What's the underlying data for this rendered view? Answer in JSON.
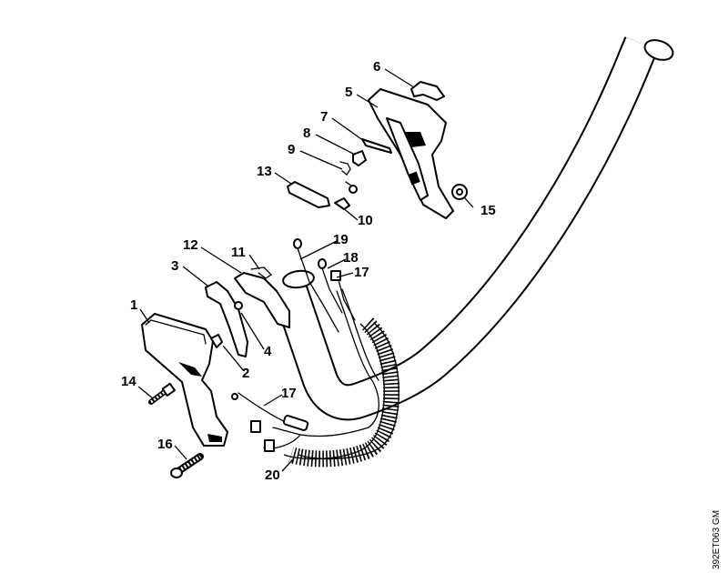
{
  "diagram_code": "392ET063 GM",
  "parts": [
    {
      "id": "1",
      "label": "1"
    },
    {
      "id": "2",
      "label": "2"
    },
    {
      "id": "3",
      "label": "3"
    },
    {
      "id": "4",
      "label": "4"
    },
    {
      "id": "5",
      "label": "5"
    },
    {
      "id": "6",
      "label": "6"
    },
    {
      "id": "7",
      "label": "7"
    },
    {
      "id": "8",
      "label": "8"
    },
    {
      "id": "9",
      "label": "9"
    },
    {
      "id": "10",
      "label": "10"
    },
    {
      "id": "11",
      "label": "11"
    },
    {
      "id": "12",
      "label": "12"
    },
    {
      "id": "13",
      "label": "13"
    },
    {
      "id": "14",
      "label": "14"
    },
    {
      "id": "15",
      "label": "15"
    },
    {
      "id": "16",
      "label": "16"
    },
    {
      "id": "17a",
      "label": "17"
    },
    {
      "id": "17b",
      "label": "17"
    },
    {
      "id": "18",
      "label": "18"
    },
    {
      "id": "19",
      "label": "19"
    },
    {
      "id": "20",
      "label": "20"
    }
  ]
}
